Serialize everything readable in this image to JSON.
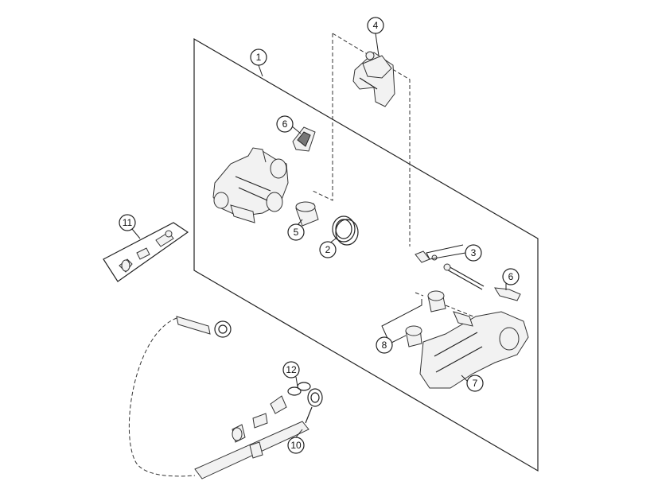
{
  "callouts": {
    "c1": "1",
    "c2": "2",
    "c3": "3",
    "c4": "4",
    "c5": "5",
    "c6a": "6",
    "c6b": "6",
    "c7": "7",
    "c8": "8",
    "c10": "10",
    "c11": "11",
    "c12": "12"
  }
}
